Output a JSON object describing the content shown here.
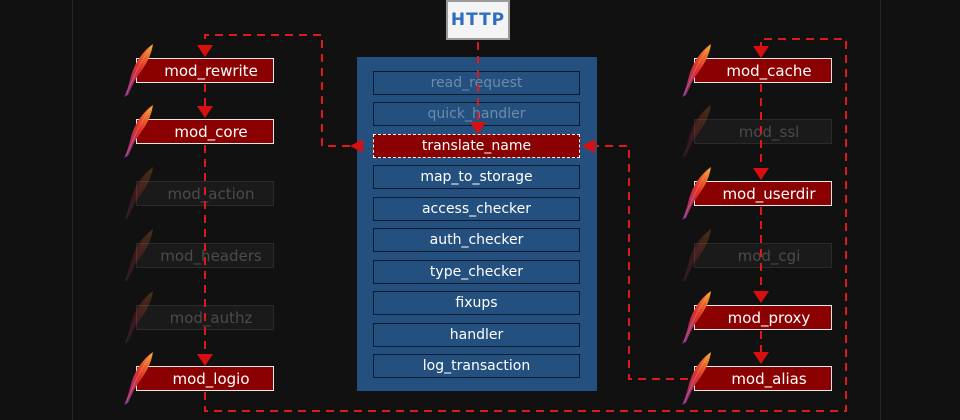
{
  "http_label": "HTTP",
  "hooks": [
    {
      "label": "read_request",
      "state": "dim"
    },
    {
      "label": "quick_handler",
      "state": "dim"
    },
    {
      "label": "translate_name",
      "state": "active"
    },
    {
      "label": "map_to_storage",
      "state": "normal"
    },
    {
      "label": "access_checker",
      "state": "normal"
    },
    {
      "label": "auth_checker",
      "state": "normal"
    },
    {
      "label": "type_checker",
      "state": "normal"
    },
    {
      "label": "fixups",
      "state": "normal"
    },
    {
      "label": "handler",
      "state": "normal"
    },
    {
      "label": "log_transaction",
      "state": "normal"
    }
  ],
  "left_modules": [
    {
      "label": "mod_rewrite",
      "active": true
    },
    {
      "label": "mod_core",
      "active": true
    },
    {
      "label": "mod_action",
      "active": false
    },
    {
      "label": "mod_headers",
      "active": false
    },
    {
      "label": "mod_authz",
      "active": false
    },
    {
      "label": "mod_logio",
      "active": true
    }
  ],
  "right_modules": [
    {
      "label": "mod_cache",
      "active": true
    },
    {
      "label": "mod_ssl",
      "active": false
    },
    {
      "label": "mod_userdir",
      "active": true
    },
    {
      "label": "mod_cgi",
      "active": false
    },
    {
      "label": "mod_proxy",
      "active": true
    },
    {
      "label": "mod_alias",
      "active": true
    }
  ],
  "colors": {
    "active_module": "#8b0000",
    "panel": "#24507f",
    "flow_line": "#dd1a1a",
    "background": "#111111"
  },
  "icons": {
    "module": "apache-feather-icon"
  }
}
